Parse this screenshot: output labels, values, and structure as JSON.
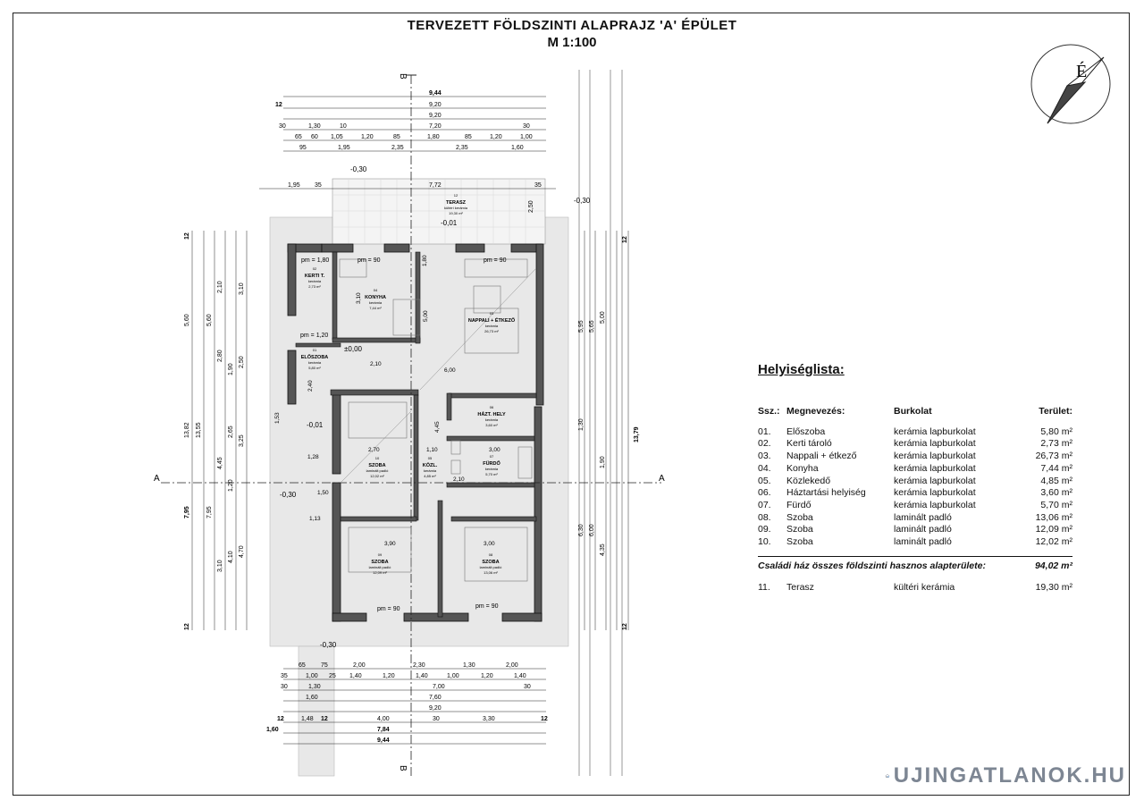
{
  "title": {
    "line1": "TERVEZETT FÖLDSZINTI ALAPRAJZ 'A' ÉPÜLET",
    "line2": "M 1:100"
  },
  "compass_letter": "É",
  "section_labels": {
    "a": "A",
    "b": "B"
  },
  "levels": {
    "terrace": "-0,30",
    "right_terrace": "-0,30",
    "inner": "-0,01",
    "floor": "±0,00",
    "side": "-0,01",
    "left": "-0,30",
    "bottom": "-0,30"
  },
  "rooms": [
    {
      "no": "12",
      "name": "TERASZ",
      "floor": "kültéri kerámia",
      "area": "19,30 m²"
    },
    {
      "no": "02",
      "name": "KERTI T.",
      "floor": "kerámia",
      "area": "2,73 m²"
    },
    {
      "no": "04",
      "name": "KONYHA",
      "floor": "kerámia",
      "area": "7,44 m²"
    },
    {
      "no": "03",
      "name": "NAPPALI + ÉTKEZŐ",
      "floor": "kerámia",
      "area": "26,73 m²"
    },
    {
      "no": "01",
      "name": "ELŐSZOBA",
      "floor": "kerámia",
      "area": "5,80 m²"
    },
    {
      "no": "06",
      "name": "HÁZT. HELY",
      "floor": "kerámia",
      "area": "3,60 m²"
    },
    {
      "no": "10",
      "name": "SZOBA",
      "floor": "laminált padló",
      "area": "12,02 m²"
    },
    {
      "no": "05",
      "name": "KÖZL.",
      "floor": "kerámia",
      "area": "4,85 m²"
    },
    {
      "no": "07",
      "name": "FÜRDŐ",
      "floor": "kerámia",
      "area": "5,70 m²"
    },
    {
      "no": "09",
      "name": "SZOBA",
      "floor": "laminált padló",
      "area": "12,09 m²"
    },
    {
      "no": "08",
      "name": "SZOBA",
      "floor": "laminált padló",
      "area": "13,06 m²"
    }
  ],
  "top_dims": {
    "row1": "9,44",
    "row2": [
      "12",
      "9,20"
    ],
    "row3": "9,20",
    "row4": [
      "30",
      "1,30",
      "10",
      "7,20",
      "30"
    ],
    "row5": [
      "65",
      "60",
      "1,05",
      "1,20",
      "85",
      "1,80",
      "85",
      "1,20",
      "1,00"
    ],
    "row6": [
      "95",
      "1,95",
      "2,35",
      "2,35",
      "1,60"
    ]
  },
  "terrace_dims": [
    "1,95",
    "35",
    "7,72",
    "35",
    "2,50"
  ],
  "bottom_dims": {
    "row1": [
      "65",
      "75",
      "2,00",
      "2,30",
      "1,30",
      "2,00"
    ],
    "row2": [
      "35",
      "1,00",
      "25",
      "1,40",
      "1,20",
      "1,40",
      "1,00",
      "1,20",
      "1,40"
    ],
    "row3": [
      "30",
      "1,30",
      "7,00",
      "30"
    ],
    "row4": [
      "1,60",
      "7,60"
    ],
    "row5": "9,20",
    "row6": [
      "12",
      "1,48",
      "12",
      "4,00",
      "30",
      "3,30",
      "12"
    ],
    "row7": [
      "1,60",
      "7,84"
    ],
    "row8": "9,44"
  },
  "left_dims": [
    "12",
    "5,60",
    "5,60",
    "13,82",
    "13,55",
    "7,95",
    "7,95",
    "4,45",
    "3,25",
    "2,65",
    "2,80",
    "2,50",
    "3,10",
    "2,10",
    "1,90",
    "1,20",
    "4,70",
    "4,10",
    "3,10",
    "12"
  ],
  "right_dims": [
    "12",
    "13,79",
    "5,95",
    "5,65",
    "5,00",
    "6,30",
    "6,00",
    "4,35",
    "1,90",
    "1,30",
    "12"
  ],
  "inner_dims": [
    "6,00",
    "2,70",
    "1,10",
    "3,00",
    "3,90",
    "3,00",
    "2,10",
    "2,10",
    "4,45",
    "5,00",
    "2,40",
    "1,80",
    "3,10",
    "1,28",
    "1,50",
    "1,13",
    "1,53"
  ],
  "door_labels": [
    "pm = 1,80",
    "pm = 90",
    "pm = 90",
    "pm = 90",
    "pm = 90",
    "pm = 1,20"
  ],
  "room_list": {
    "heading": "Helyiséglista:",
    "columns": {
      "no": "Ssz.:",
      "name": "Megnevezés:",
      "floor": "Burkolat",
      "area": "Terület:"
    },
    "rows": [
      {
        "no": "01.",
        "name": "Előszoba",
        "floor": "kerámia lapburkolat",
        "area": "5,80 m²"
      },
      {
        "no": "02.",
        "name": "Kerti tároló",
        "floor": "kerámia lapburkolat",
        "area": "2,73 m²"
      },
      {
        "no": "03.",
        "name": "Nappali + étkező",
        "floor": "kerámia lapburkolat",
        "area": "26,73 m²"
      },
      {
        "no": "04.",
        "name": "Konyha",
        "floor": "kerámia lapburkolat",
        "area": "7,44 m²"
      },
      {
        "no": "05.",
        "name": "Közlekedő",
        "floor": "kerámia lapburkolat",
        "area": "4,85 m²"
      },
      {
        "no": "06.",
        "name": "Háztartási helyiség",
        "floor": "kerámia lapburkolat",
        "area": "3,60 m²"
      },
      {
        "no": "07.",
        "name": "Fürdő",
        "floor": "kerámia lapburkolat",
        "area": "5,70 m²"
      },
      {
        "no": "08.",
        "name": "Szoba",
        "floor": "laminált padló",
        "area": "13,06 m²"
      },
      {
        "no": "09.",
        "name": "Szoba",
        "floor": "laminált padló",
        "area": "12,09 m²"
      },
      {
        "no": "10.",
        "name": "Szoba",
        "floor": "laminált padló",
        "area": "12,02 m²"
      }
    ],
    "total_label": "Családi ház összes földszinti hasznos alapterülete:",
    "total_value": "94,02 m²",
    "terrace": {
      "no": "11.",
      "name": "Terasz",
      "floor": "kültéri kerámia",
      "area": "19,30 m²"
    }
  },
  "watermark": "UJINGATLANOK.HU",
  "colors": {
    "wall": "#555555",
    "line": "#222222",
    "paving": "#e8e8e8",
    "watermark": "#7d8693"
  }
}
